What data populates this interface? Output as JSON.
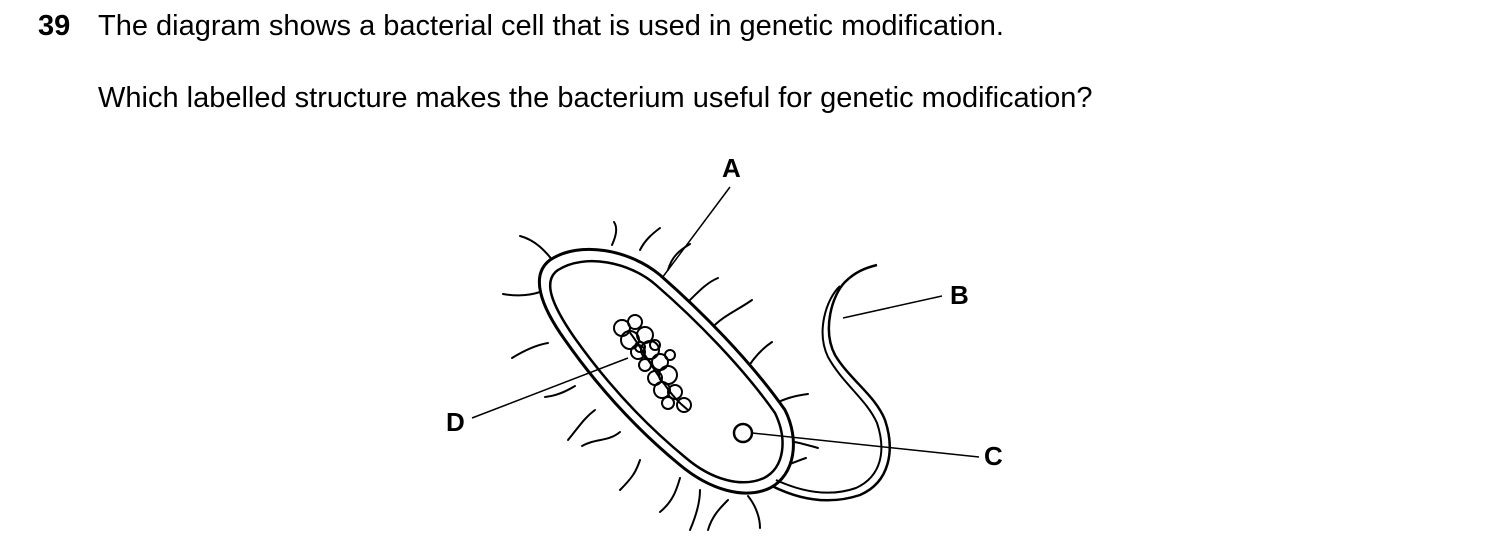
{
  "question": {
    "number": "39",
    "stem": "The diagram shows a bacterial cell that is used in genetic modification.",
    "prompt": "Which labelled structure makes the bacterium useful for genetic modification?"
  },
  "diagram": {
    "labels": {
      "a": "A",
      "b": "B",
      "c": "C",
      "d": "D"
    }
  }
}
